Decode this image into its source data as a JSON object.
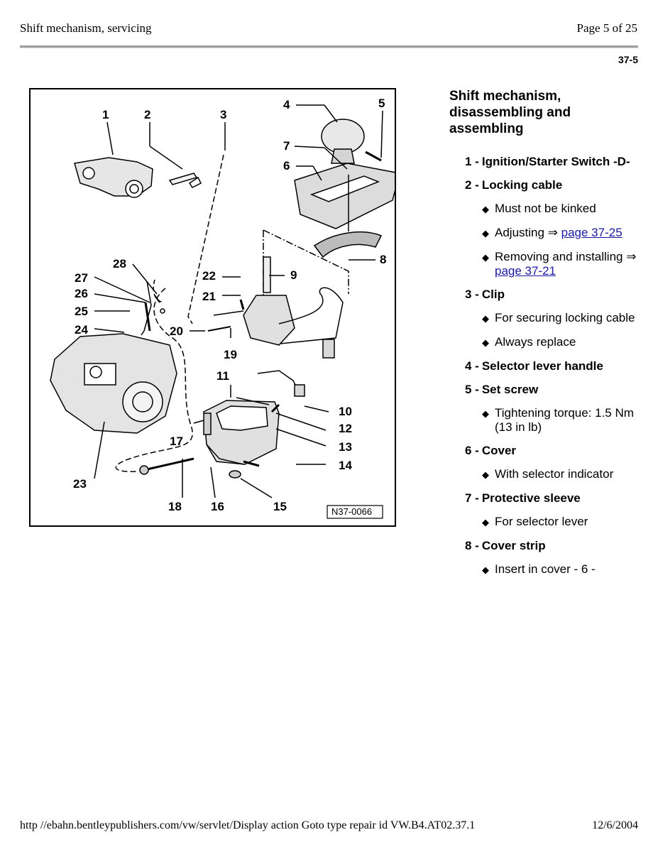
{
  "header": {
    "doc_title": "Shift mechanism, servicing",
    "page_info": "Page 5 of 25",
    "page_code": "37-5"
  },
  "figure": {
    "id_label": "N37-0066",
    "callouts": [
      "1",
      "2",
      "3",
      "4",
      "5",
      "6",
      "7",
      "8",
      "9",
      "10",
      "11",
      "12",
      "13",
      "14",
      "15",
      "16",
      "17",
      "18",
      "19",
      "20",
      "21",
      "22",
      "23",
      "24",
      "25",
      "26",
      "27",
      "28"
    ]
  },
  "section": {
    "title": "Shift mechanism, disassembling and assembling"
  },
  "items": [
    {
      "num": "1 -",
      "label": "Ignition/Starter Switch -D-",
      "notes": []
    },
    {
      "num": "2 -",
      "label": "Locking cable",
      "notes": [
        {
          "text": "Must not be kinked"
        },
        {
          "text": "Adjusting ⇒ ",
          "link": "page 37-25"
        },
        {
          "text": "Removing and installing ⇒ ",
          "link": "page 37-21"
        }
      ]
    },
    {
      "num": "3 -",
      "label": "Clip",
      "notes": [
        {
          "text": "For securing locking cable"
        },
        {
          "text": "Always replace"
        }
      ]
    },
    {
      "num": "4 -",
      "label": "Selector lever handle",
      "notes": []
    },
    {
      "num": "5 -",
      "label": "Set screw",
      "notes": [
        {
          "text": "Tightening torque: 1.5 Nm (13 in lb)"
        }
      ]
    },
    {
      "num": "6 -",
      "label": "Cover",
      "notes": [
        {
          "text": "With selector indicator"
        }
      ]
    },
    {
      "num": "7 -",
      "label": "Protective sleeve",
      "notes": [
        {
          "text": "For selector lever"
        }
      ]
    },
    {
      "num": "8 -",
      "label": "Cover strip",
      "notes": [
        {
          "text": "Insert in cover - 6 -"
        }
      ]
    }
  ],
  "footer": {
    "url": "http //ebahn.bentleypublishers.com/vw/servlet/Display action Goto type repair id VW.B4.AT02.37.1",
    "date": "12/6/2004"
  }
}
